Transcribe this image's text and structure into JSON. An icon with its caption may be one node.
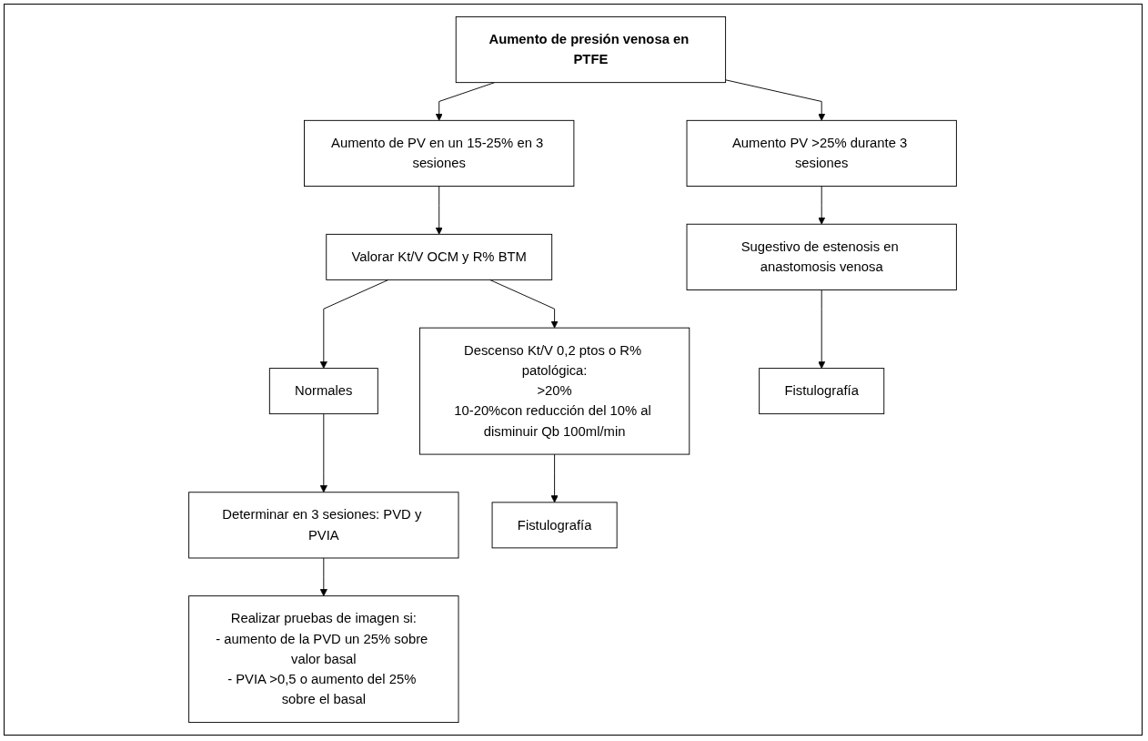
{
  "diagram": {
    "nodes": [
      {
        "text": [
          "Aumento de presión venosa en PTFE"
        ]
      },
      {
        "text": [
          "Aumento PV >25% durante 3 sesiones"
        ]
      },
      {
        "text": [
          "Aumento de PV en un 15-25% en 3 sesiones"
        ]
      },
      {
        "text": [
          "Valorar Kt/V OCM y R% BTM"
        ]
      },
      {
        "text": [
          "Sugestivo de estenosis en anastomosis venosa"
        ]
      },
      {
        "text": [
          "Normales"
        ]
      },
      {
        "text": [
          "Descenso Kt/V 0,2 ptos o R% patológica:",
          ">20%",
          "10-20%con reducción del 10% al disminuir Qb 100ml/min"
        ]
      },
      {
        "text": [
          "Determinar en 3 sesiones: PVD y PVIA"
        ]
      },
      {
        "text": [
          "Fistulografía"
        ]
      },
      {
        "text": [
          "Realizar pruebas de imagen si:",
          "- aumento de la PVD un 25% sobre valor basal",
          "- PVIA >0,5 o aumento del 25% sobre el basal"
        ]
      },
      {
        "text": [
          "Fistulografía"
        ]
      }
    ],
    "edges": [
      {
        "from": 0,
        "to": 1,
        "arrow": "to"
      },
      {
        "from": 0,
        "to": 2,
        "arrow": "to"
      },
      {
        "from": 1,
        "to": 4,
        "arrow": "to"
      },
      {
        "from": 2,
        "to": 3,
        "arrow": "to"
      },
      {
        "from": 3,
        "to": 5,
        "arrow": "to"
      },
      {
        "from": 3,
        "to": 6,
        "arrow": "to"
      },
      {
        "from": 4,
        "to": 8,
        "arrow": "to"
      },
      {
        "from": 5,
        "to": 7,
        "arrow": "to"
      },
      {
        "from": 7,
        "to": 9,
        "arrow": "to"
      },
      {
        "from": 6,
        "to": 10,
        "arrow": "to"
      }
    ]
  }
}
